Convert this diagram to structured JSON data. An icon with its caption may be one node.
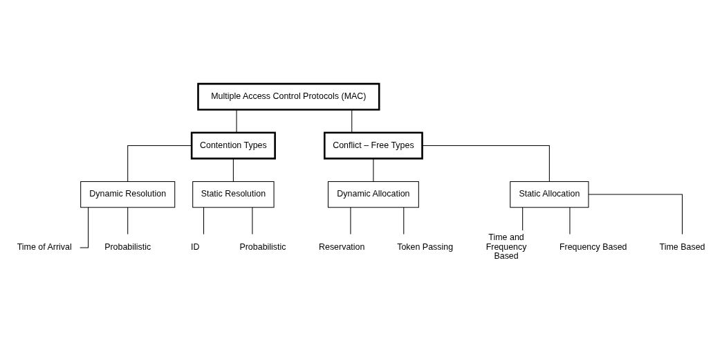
{
  "diagram": {
    "nodes": [
      {
        "text": [
          "Multiple Access Control Protocols (MAC)"
        ]
      },
      {
        "text": [
          "Contention Types"
        ]
      },
      {
        "text": [
          "Conflict – Free Types"
        ]
      },
      {
        "text": [
          "Dynamic Resolution"
        ]
      },
      {
        "text": [
          "Static Resolution"
        ]
      },
      {
        "text": [
          "Dynamic Allocation"
        ]
      },
      {
        "text": [
          "Static Allocation"
        ]
      },
      {
        "text": [
          "Time of Arrival"
        ]
      },
      {
        "text": [
          "Probabilistic"
        ]
      },
      {
        "text": [
          "ID"
        ]
      },
      {
        "text": [
          "Probabilistic"
        ]
      },
      {
        "text": [
          "Reservation"
        ]
      },
      {
        "text": [
          "Token Passing"
        ]
      },
      {
        "text": [
          "Time and Frequency Based"
        ]
      },
      {
        "text": [
          "Frequency Based"
        ]
      },
      {
        "text": [
          "Time Based"
        ]
      }
    ],
    "edges": [
      {
        "from": 0,
        "to": 1,
        "arrow": "none"
      },
      {
        "from": 0,
        "to": 2,
        "arrow": "none"
      },
      {
        "from": 1,
        "to": 3,
        "arrow": "none"
      },
      {
        "from": 1,
        "to": 4,
        "arrow": "none"
      },
      {
        "from": 2,
        "to": 5,
        "arrow": "none"
      },
      {
        "from": 2,
        "to": 6,
        "arrow": "none"
      },
      {
        "from": 3,
        "to": 7,
        "arrow": "none"
      },
      {
        "from": 3,
        "to": 8,
        "arrow": "none"
      },
      {
        "from": 4,
        "to": 9,
        "arrow": "none"
      },
      {
        "from": 4,
        "to": 10,
        "arrow": "none"
      },
      {
        "from": 5,
        "to": 11,
        "arrow": "none"
      },
      {
        "from": 5,
        "to": 12,
        "arrow": "none"
      },
      {
        "from": 6,
        "to": 13,
        "arrow": "none"
      },
      {
        "from": 6,
        "to": 14,
        "arrow": "none"
      },
      {
        "from": 6,
        "to": 15,
        "arrow": "none"
      }
    ]
  }
}
